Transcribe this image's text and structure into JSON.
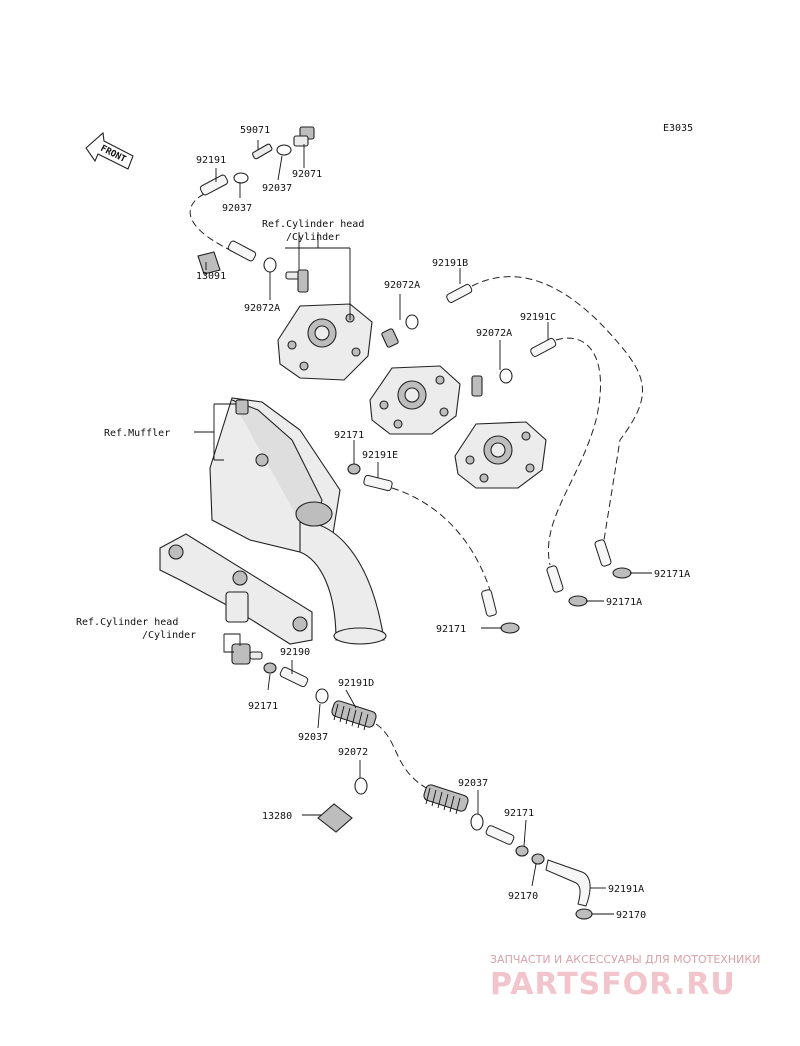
{
  "diagram_code": "E3035",
  "front_arrow_label": "FRONT",
  "labels": {
    "p59071": "59071",
    "p92071": "92071",
    "p92191": "92191",
    "p92037_a": "92037",
    "p92037_b": "92037",
    "ref_cyl_head_1": "Ref.Cylinder head",
    "ref_cyl_1": "/Cylinder",
    "p13091": "13091",
    "p92072A_a": "92072A",
    "p92191B": "92191B",
    "p92072A_b": "92072A",
    "p92191C": "92191C",
    "p92072A_c": "92072A",
    "ref_muffler": "Ref.Muffler",
    "p92171_a": "92171",
    "p92191E": "92191E",
    "p92171A_a": "92171A",
    "p92171A_b": "92171A",
    "ref_cyl_head_2": "Ref.Cylinder head",
    "ref_cyl_2": "/Cylinder",
    "p92171_b": "92171",
    "p92190": "92190",
    "p92191D": "92191D",
    "p92171_c": "92171",
    "p92037_c": "92037",
    "p92072": "92072",
    "p13280": "13280",
    "p92037_d": "92037",
    "p92171_d": "92171",
    "p92170_a": "92170",
    "p92191A": "92191A",
    "p92170_b": "92170"
  },
  "watermark": {
    "tagline": "ЗАПЧАСТИ И АКСЕССУАРЫ ДЛЯ МОТОТЕХНИКИ",
    "brand": "PARTSFOR.RU"
  }
}
